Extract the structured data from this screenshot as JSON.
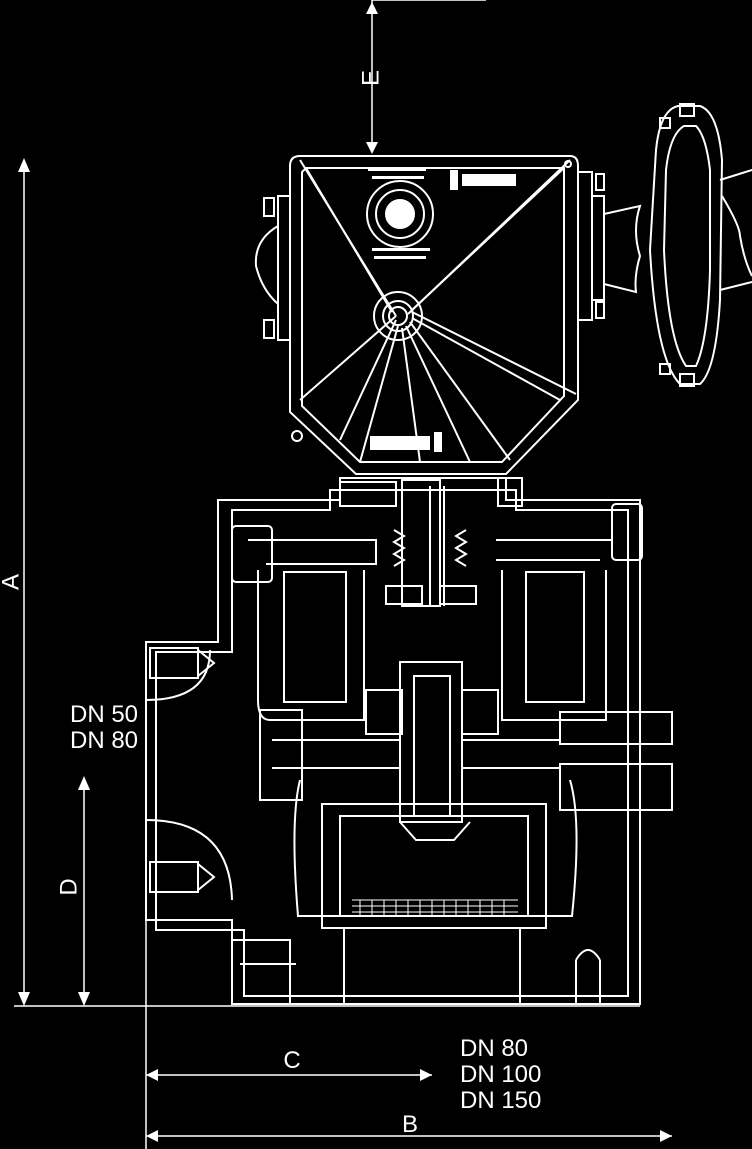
{
  "dimensions": {
    "a": "A",
    "b": "B",
    "c": "C",
    "d": "D",
    "e": "E"
  },
  "inlet_sizes": [
    "DN 50",
    "DN 80"
  ],
  "outlet_sizes": [
    "DN 80",
    "DN 100",
    "DN 150"
  ],
  "colors": {
    "background": "#000000",
    "linework": "#ffffff"
  }
}
